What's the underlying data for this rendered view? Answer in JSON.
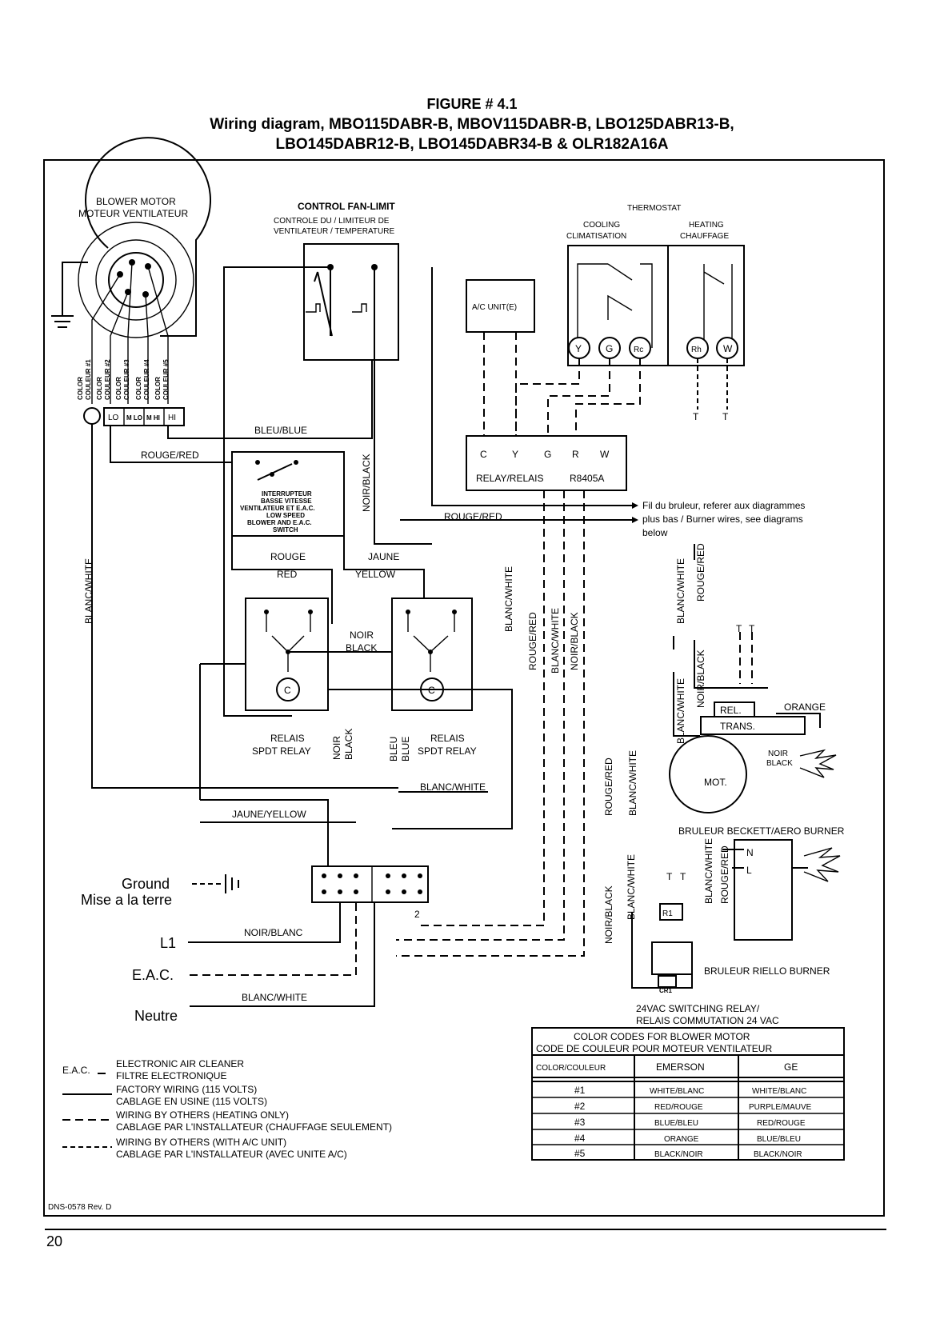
{
  "header": {
    "figure": "FIGURE # 4.1",
    "line2": "Wiring diagram, MBO115DABR-B, MBOV115DABR-B,  LBO125DABR13-B,",
    "line3": "LBO145DABR12-B, LBO145DABR34-B & OLR182A16A"
  },
  "blower": {
    "title_en": "BLOWER MOTOR",
    "title_fr": "MOTEUR VENTILATEUR",
    "leads": [
      {
        "c1": "COLOR",
        "c2": "COULEUR #1",
        "speed": ""
      },
      {
        "c1": "COLOR",
        "c2": "COULEUR #2",
        "speed": "LO"
      },
      {
        "c1": "COLOR",
        "c2": "COULEUR #3",
        "speed": "M LO"
      },
      {
        "c1": "COLOR",
        "c2": "COULEUR #4",
        "speed": "M HI"
      },
      {
        "c1": "COLOR",
        "c2": "COULEUR #5",
        "speed": "HI"
      }
    ]
  },
  "fanlimit": {
    "title": "CONTROL FAN-LIMIT",
    "sub1": "CONTROLE DU / LIMITEUR DE",
    "sub2": "VENTILATEUR / TEMPERATURE"
  },
  "thermostat": {
    "title": "THERMOSTAT",
    "cooling": "COOLING",
    "cooling_fr": "CLIMATISATION",
    "heating": "HEATING",
    "heating_fr": "CHAUFFAGE",
    "terminals_cool": [
      "Y",
      "G",
      "Rc"
    ],
    "terminals_heat": [
      "Rh",
      "W"
    ],
    "t": "T"
  },
  "ac_unit": "A/C UNIT(E)",
  "relay": {
    "terminals": [
      "C",
      "Y",
      "G",
      "R",
      "W"
    ],
    "label": "RELAY/RELAIS",
    "model": "R8405A"
  },
  "switch": {
    "lines": [
      "INTERRUPTEUR",
      "BASSE VITESSE",
      "VENTILATEUR ET E.A.C.",
      "LOW SPEED",
      "BLOWER AND E.A.C.",
      "SWITCH"
    ]
  },
  "wires": {
    "bleu_blue": "BLEU/BLUE",
    "rouge_red": "ROUGE/RED",
    "noir_black": "NOIR/BLACK",
    "blanc_white": "BLANC/WHITE",
    "rouge": "ROUGE",
    "red": "RED",
    "jaune": "JAUNE",
    "yellow": "YELLOW",
    "noir": "NOIR",
    "black": "BLACK",
    "bleu": "BLEU",
    "blue": "BLUE",
    "jaune_yellow": "JAUNE/YELLOW",
    "noir_blanc": "NOIR/BLANC",
    "orange": "ORANGE"
  },
  "spdt": {
    "relais": "RELAIS",
    "label": "SPDT RELAY",
    "coil": "C"
  },
  "burner_note": {
    "line1": "Fil du bruleur, referer aux diagrammes",
    "line2": "plus bas / Burner wires, see diagrams",
    "line3": "below"
  },
  "beckett": {
    "rel": "REL.",
    "trans": "TRANS.",
    "mot": "MOT.",
    "title": "BRULEUR BECKETT/AERO BURNER"
  },
  "riello": {
    "n": "N",
    "l": "L",
    "r1": "R1",
    "cr1": "CR1",
    "title": "BRULEUR RIELLO BURNER",
    "relay1": "24VAC SWITCHING RELAY/",
    "relay2": "RELAIS COMMUTATION 24 VAC"
  },
  "power": {
    "ground": "Ground",
    "ground_fr": "Mise a la terre",
    "l1": "L1",
    "eac": "E.A.C.",
    "neutre": "Neutre",
    "term2": "2"
  },
  "legend": {
    "eac_abbr": "E.A.C.",
    "eac_en": "ELECTRONIC AIR CLEANER",
    "eac_fr": "FILTRE ELECTRONIQUE",
    "factory_en": "FACTORY WIRING (115 VOLTS)",
    "factory_fr": "CABLAGE EN USINE (115 VOLTS)",
    "heating_en": "WIRING BY OTHERS (HEATING ONLY)",
    "heating_fr": "CABLAGE PAR L'INSTALLATEUR (CHAUFFAGE SEULEMENT)",
    "ac_en": "WIRING BY OTHERS (WITH A/C UNIT)",
    "ac_fr": "CABLAGE PAR L'INSTALLATEUR (AVEC UNITE A/C)"
  },
  "color_table": {
    "title1": "COLOR CODES FOR BLOWER MOTOR",
    "title2": "CODE DE COULEUR POUR MOTEUR VENTILATEUR",
    "headers": [
      "COLOR/COULEUR",
      "EMERSON",
      "GE"
    ],
    "rows": [
      [
        "#1",
        "WHITE/BLANC",
        "WHITE/BLANC"
      ],
      [
        "#2",
        "RED/ROUGE",
        "PURPLE/MAUVE"
      ],
      [
        "#3",
        "BLUE/BLEU",
        "RED/ROUGE"
      ],
      [
        "#4",
        "ORANGE",
        "BLUE/BLEU"
      ],
      [
        "#5",
        "BLACK/NOIR",
        "BLACK/NOIR"
      ]
    ]
  },
  "doc_id": "DNS-0578 Rev. D",
  "page_number": "20"
}
